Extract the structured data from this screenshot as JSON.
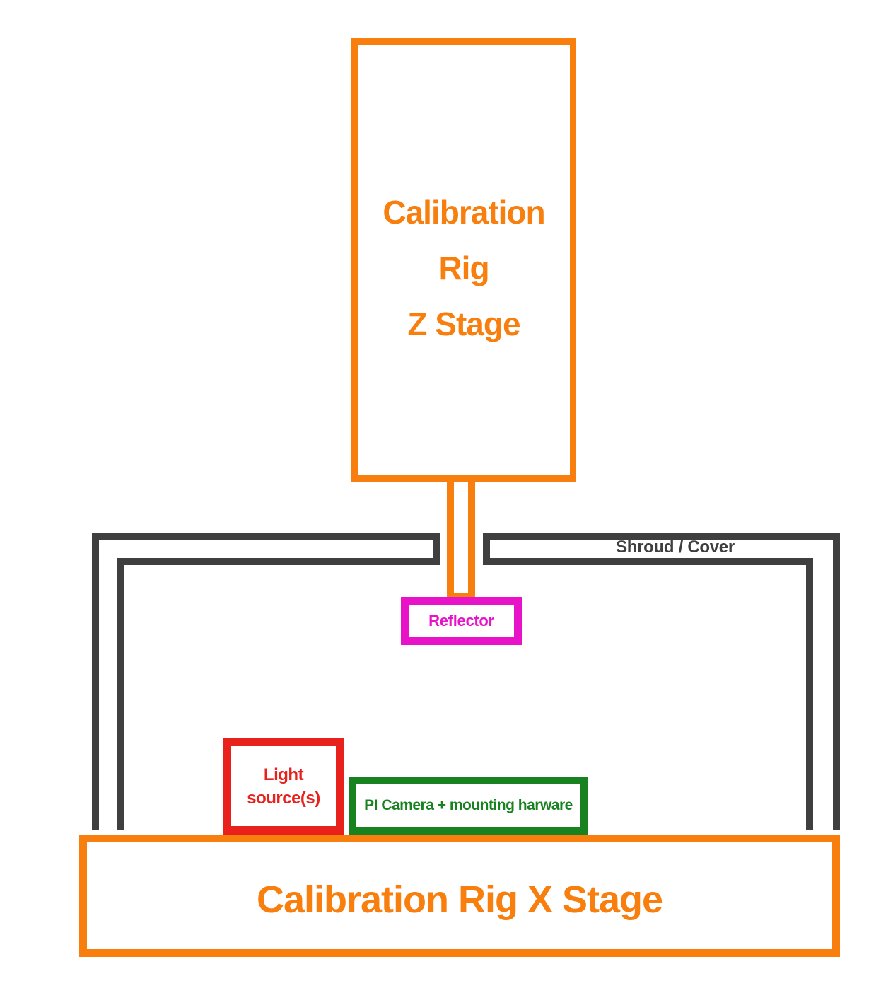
{
  "colors": {
    "orange": "#F87E0D",
    "shroud-gray": "#3F3F3F",
    "magenta": "#E813C8",
    "red": "#E9211D",
    "green": "#17821F",
    "background": "#FFFFFF"
  },
  "z_stage": {
    "lines": [
      "Calibration",
      "Rig",
      "Z Stage"
    ]
  },
  "shroud": {
    "label": "Shroud / Cover"
  },
  "reflector": {
    "label": "Reflector"
  },
  "light_source": {
    "lines": [
      "Light",
      "source(s)"
    ]
  },
  "pi_camera": {
    "label": "PI Camera + mounting harware"
  },
  "x_stage": {
    "label": "Calibration Rig X Stage"
  }
}
